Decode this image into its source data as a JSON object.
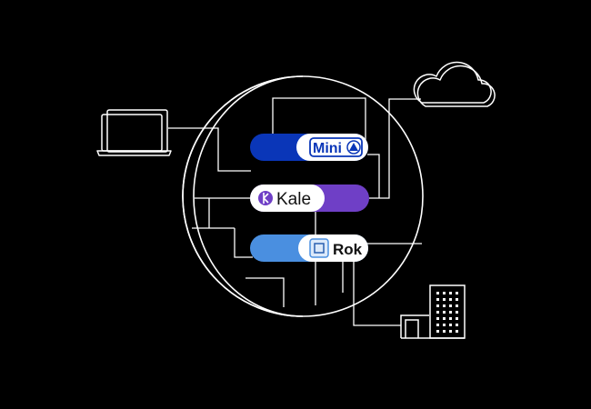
{
  "colors": {
    "background": "#000000",
    "line": "#ffffff",
    "mini_blue": "#0a36b8",
    "kale_purple": "#6f3fc6",
    "rok_blue": "#4a8fe0",
    "pill_white": "#ffffff",
    "label_dark": "#111111"
  },
  "icons": {
    "laptop": "laptop-icon",
    "cloud": "cloud-icon",
    "building": "building-icon",
    "mini_logo": "mini-logo",
    "kale_logo": "kale-logo",
    "rok_logo": "rok-logo"
  },
  "products": {
    "mini": {
      "label": "Mini"
    },
    "kale": {
      "label": "Kale"
    },
    "rok": {
      "label": "Rok"
    }
  }
}
